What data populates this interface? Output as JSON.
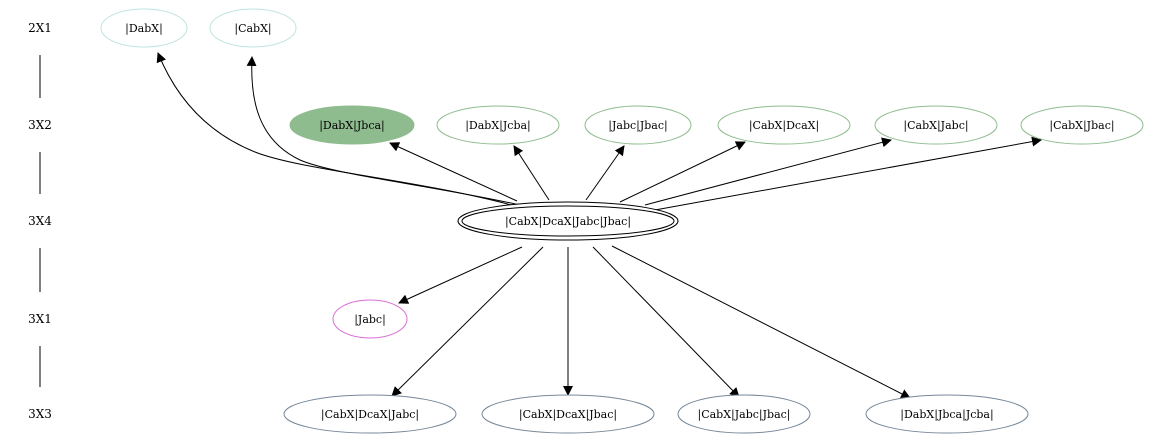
{
  "ranks": [
    {
      "id": "r1",
      "label": "2X1"
    },
    {
      "id": "r2",
      "label": "3X2"
    },
    {
      "id": "r3",
      "label": "3X4"
    },
    {
      "id": "r4",
      "label": "3X1"
    },
    {
      "id": "r5",
      "label": "3X3"
    }
  ],
  "nodes": [
    {
      "id": "n1",
      "label": "|DabX|",
      "stroke": "#bfe3e0",
      "fill": "none"
    },
    {
      "id": "n2",
      "label": "|CabX|",
      "stroke": "#bfe3e0",
      "fill": "none"
    },
    {
      "id": "n3",
      "label": "|DabX|Jbca|",
      "stroke": "#8fbc8f",
      "fill": "#8fbc8f"
    },
    {
      "id": "n4",
      "label": "|DabX|Jcba|",
      "stroke": "#8fbc8f",
      "fill": "none"
    },
    {
      "id": "n5",
      "label": "|Jabc|Jbac|",
      "stroke": "#8fbc8f",
      "fill": "none"
    },
    {
      "id": "n6",
      "label": "|CabX|DcaX|",
      "stroke": "#8fbc8f",
      "fill": "none"
    },
    {
      "id": "n7",
      "label": "|CabX|Jabc|",
      "stroke": "#8fbc8f",
      "fill": "none"
    },
    {
      "id": "n8",
      "label": "|CabX|Jbac|",
      "stroke": "#8fbc8f",
      "fill": "none"
    },
    {
      "id": "n9",
      "label": "|CabX|DcaX|Jabc|Jbac|",
      "stroke": "#000000",
      "fill": "none",
      "double": true
    },
    {
      "id": "n10",
      "label": "|Jabc|",
      "stroke": "#d970d6",
      "fill": "none"
    },
    {
      "id": "n11",
      "label": "|CabX|DcaX|Jabc|",
      "stroke": "#778899",
      "fill": "none"
    },
    {
      "id": "n12",
      "label": "|CabX|DcaX|Jbac|",
      "stroke": "#778899",
      "fill": "none"
    },
    {
      "id": "n13",
      "label": "|CabX|Jabc|Jbac|",
      "stroke": "#778899",
      "fill": "none"
    },
    {
      "id": "n14",
      "label": "|DabX|Jbca|Jcba|",
      "stroke": "#778899",
      "fill": "none"
    }
  ],
  "edges": [
    {
      "from": "n9",
      "to": "n1"
    },
    {
      "from": "n9",
      "to": "n2"
    },
    {
      "from": "n9",
      "to": "n3"
    },
    {
      "from": "n9",
      "to": "n4"
    },
    {
      "from": "n9",
      "to": "n5"
    },
    {
      "from": "n9",
      "to": "n6"
    },
    {
      "from": "n9",
      "to": "n7"
    },
    {
      "from": "n9",
      "to": "n8"
    },
    {
      "from": "n9",
      "to": "n10"
    },
    {
      "from": "n9",
      "to": "n11"
    },
    {
      "from": "n9",
      "to": "n12"
    },
    {
      "from": "n9",
      "to": "n13"
    },
    {
      "from": "n9",
      "to": "n14"
    }
  ]
}
